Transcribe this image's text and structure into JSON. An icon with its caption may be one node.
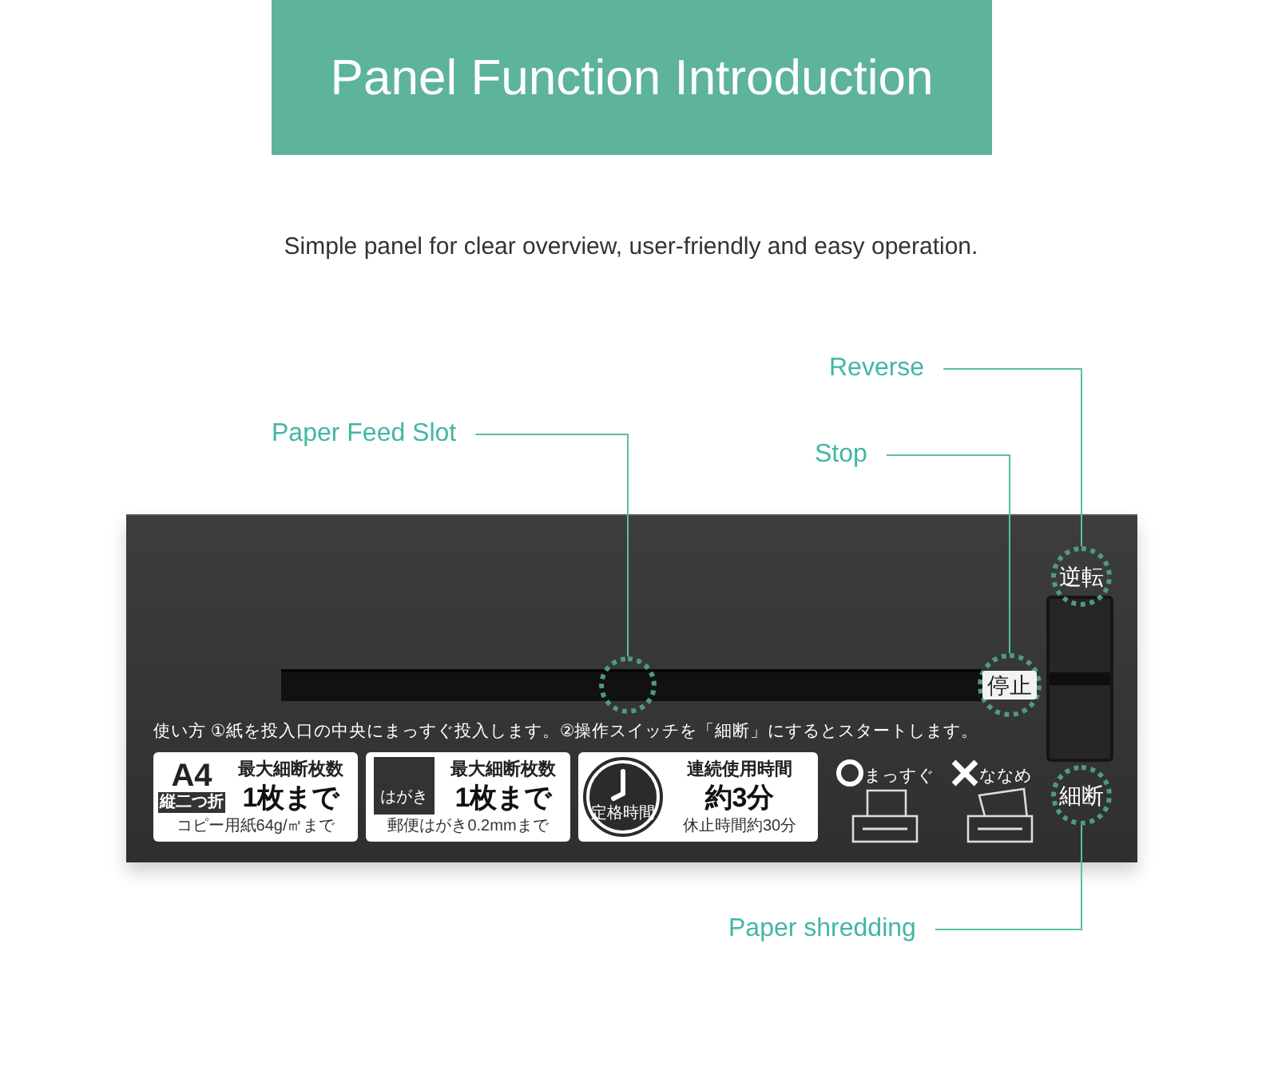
{
  "diagram": {
    "title": "Panel Function Introduction",
    "nodes": [
      {
        "text": [
          "Reverse"
        ]
      },
      {
        "text": [
          "Paper Feed Slot"
        ]
      },
      {
        "text": [
          "Stop"
        ]
      },
      {
        "text": [],
        "shape": "box"
      },
      {
        "text": [],
        "shape": "circle",
        "in": 3
      },
      {
        "text": [
          "停止"
        ],
        "in": 3
      },
      {
        "text": [
          "逆転"
        ],
        "in": 3
      },
      {
        "text": [
          "細断"
        ],
        "in": 3
      },
      {
        "text": [
          "A4",
          "縦二つ折",
          "最大細断枚数",
          "1枚まで",
          "コピー用紙64g/㎡まで"
        ],
        "in": 3
      },
      {
        "text": [
          "はがき",
          "最大細断枚数",
          "1枚まで",
          "郵便はがき0.2mmまで"
        ],
        "in": 3
      },
      {
        "text": [
          "定格時間",
          "連続使用時間",
          "約3分",
          "休止時間約30分"
        ],
        "in": 3
      },
      {
        "text": [
          "Paper shredding"
        ]
      },
      {
        "text": [],
        "shape": "bar",
        "in": 3
      }
    ],
    "edges": [
      {
        "from": 0,
        "to": 6,
        "arrow": "none"
      },
      {
        "from": 1,
        "to": 4,
        "arrow": "none"
      },
      {
        "from": 2,
        "to": 5,
        "arrow": "none"
      },
      {
        "from": 11,
        "to": 7,
        "arrow": "none"
      }
    ],
    "labels": [
      "Simple panel for clear overview, user-friendly and easy operation.",
      "使い方 ①紙を投入口の中央にまっすぐ投入します。②操作スイッチを「細断」にするとスタートします。",
      "まっすぐ",
      "ななめ"
    ]
  }
}
